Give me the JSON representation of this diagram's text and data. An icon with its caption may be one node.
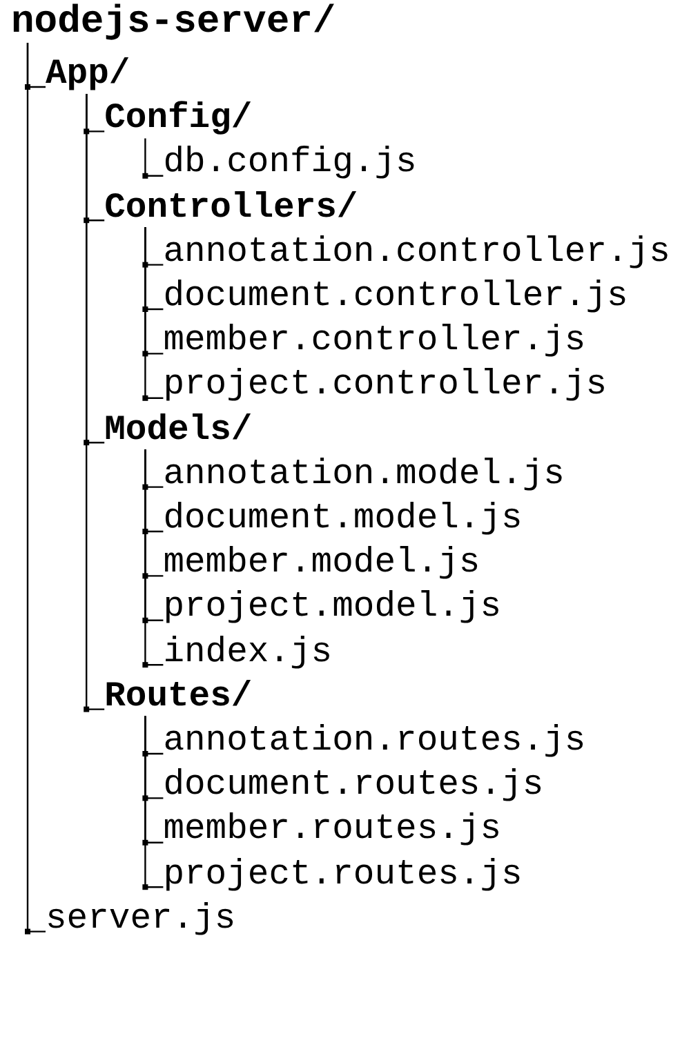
{
  "diagram": {
    "nodes": [
      {
        "text": [
          "nodejs-server/"
        ]
      },
      {
        "text": [
          "App/"
        ]
      },
      {
        "text": [
          "Config/"
        ]
      },
      {
        "text": [
          "db.config.js"
        ]
      },
      {
        "text": [
          "Controllers/"
        ]
      },
      {
        "text": [
          "annotation.controller.js"
        ]
      },
      {
        "text": [
          "document.controller.js"
        ]
      },
      {
        "text": [
          "member.controller.js"
        ]
      },
      {
        "text": [
          "project.controller.js"
        ]
      },
      {
        "text": [
          "Models/"
        ]
      },
      {
        "text": [
          "annotation.model.js"
        ]
      },
      {
        "text": [
          "document.model.js"
        ]
      },
      {
        "text": [
          "member.model.js"
        ]
      },
      {
        "text": [
          "project.model.js"
        ]
      },
      {
        "text": [
          "index.js"
        ]
      },
      {
        "text": [
          "Routes/"
        ]
      },
      {
        "text": [
          "annotation.routes.js"
        ]
      },
      {
        "text": [
          "document.routes.js"
        ]
      },
      {
        "text": [
          "member.routes.js"
        ]
      },
      {
        "text": [
          "project.routes.js"
        ]
      },
      {
        "text": [
          "server.js"
        ]
      }
    ],
    "edges": [
      {
        "from": 0,
        "to": 1,
        "arrow": "none"
      },
      {
        "from": 1,
        "to": 2,
        "arrow": "none"
      },
      {
        "from": 2,
        "to": 3,
        "arrow": "none"
      },
      {
        "from": 1,
        "to": 4,
        "arrow": "none"
      },
      {
        "from": 4,
        "to": 5,
        "arrow": "none"
      },
      {
        "from": 4,
        "to": 6,
        "arrow": "none"
      },
      {
        "from": 4,
        "to": 7,
        "arrow": "none"
      },
      {
        "from": 4,
        "to": 8,
        "arrow": "none"
      },
      {
        "from": 1,
        "to": 9,
        "arrow": "none"
      },
      {
        "from": 9,
        "to": 10,
        "arrow": "none"
      },
      {
        "from": 9,
        "to": 11,
        "arrow": "none"
      },
      {
        "from": 9,
        "to": 12,
        "arrow": "none"
      },
      {
        "from": 9,
        "to": 13,
        "arrow": "none"
      },
      {
        "from": 9,
        "to": 14,
        "arrow": "none"
      },
      {
        "from": 1,
        "to": 15,
        "arrow": "none"
      },
      {
        "from": 15,
        "to": 16,
        "arrow": "none"
      },
      {
        "from": 15,
        "to": 17,
        "arrow": "none"
      },
      {
        "from": 15,
        "to": 18,
        "arrow": "none"
      },
      {
        "from": 15,
        "to": 19,
        "arrow": "none"
      },
      {
        "from": 0,
        "to": 20,
        "arrow": "none"
      }
    ]
  }
}
